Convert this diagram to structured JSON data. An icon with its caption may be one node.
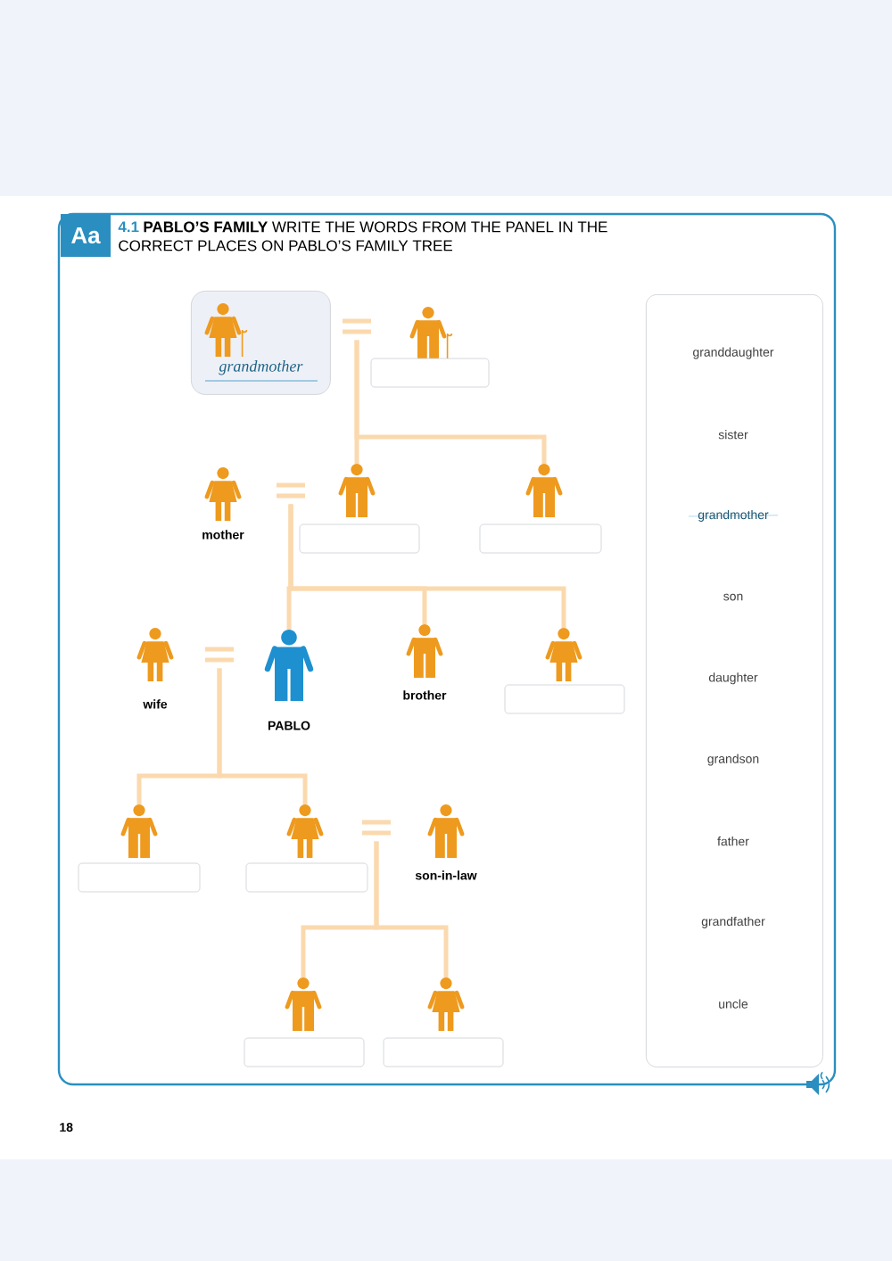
{
  "diagram": {
    "title": "**PABLO’S FAMILY** WRITE THE WORDS FROM THE PANEL IN THE CORRECT PLACES ON PABLO’S FAMILY TREE",
    "nodes": [
      {
        "text": [
          "grandmother"
        ]
      },
      {
        "text": [],
        "shape": "equals"
      },
      {
        "text": [],
        "shape": "person"
      },
      {
        "text": [
          "mother"
        ]
      },
      {
        "text": [],
        "shape": "equals"
      },
      {
        "text": [],
        "shape": "person"
      },
      {
        "text": [],
        "shape": "person"
      },
      {
        "text": [
          "wife"
        ]
      },
      {
        "text": [],
        "shape": "equals"
      },
      {
        "text": [
          "PABLO"
        ]
      },
      {
        "text": [
          "brother"
        ]
      },
      {
        "text": [],
        "shape": "person"
      },
      {
        "text": [],
        "shape": "person"
      },
      {
        "text": [],
        "shape": "person"
      },
      {
        "text": [],
        "shape": "equals"
      },
      {
        "text": [
          "son-in-law"
        ]
      },
      {
        "text": [],
        "shape": "person"
      },
      {
        "text": [],
        "shape": "person"
      },
      {
        "text": [
          "granddaughter",
          "sister",
          "grandmother",
          "son",
          "daughter",
          "grandson",
          "father",
          "grandfather",
          "uncle"
        ]
      }
    ],
    "edges": [
      {
        "from": 1,
        "to": 5,
        "arrow": "none"
      },
      {
        "from": 1,
        "to": 6,
        "arrow": "none"
      },
      {
        "from": 4,
        "to": 9,
        "arrow": "none"
      },
      {
        "from": 4,
        "to": 10,
        "arrow": "none"
      },
      {
        "from": 4,
        "to": 11,
        "arrow": "none"
      },
      {
        "from": 8,
        "to": 12,
        "arrow": "none"
      },
      {
        "from": 8,
        "to": 13,
        "arrow": "none"
      },
      {
        "from": 14,
        "to": 16,
        "arrow": "none"
      },
      {
        "from": 14,
        "to": 17,
        "arrow": "none"
      }
    ],
    "labels": [
      "Aa",
      "4.1",
      "18"
    ]
  }
}
